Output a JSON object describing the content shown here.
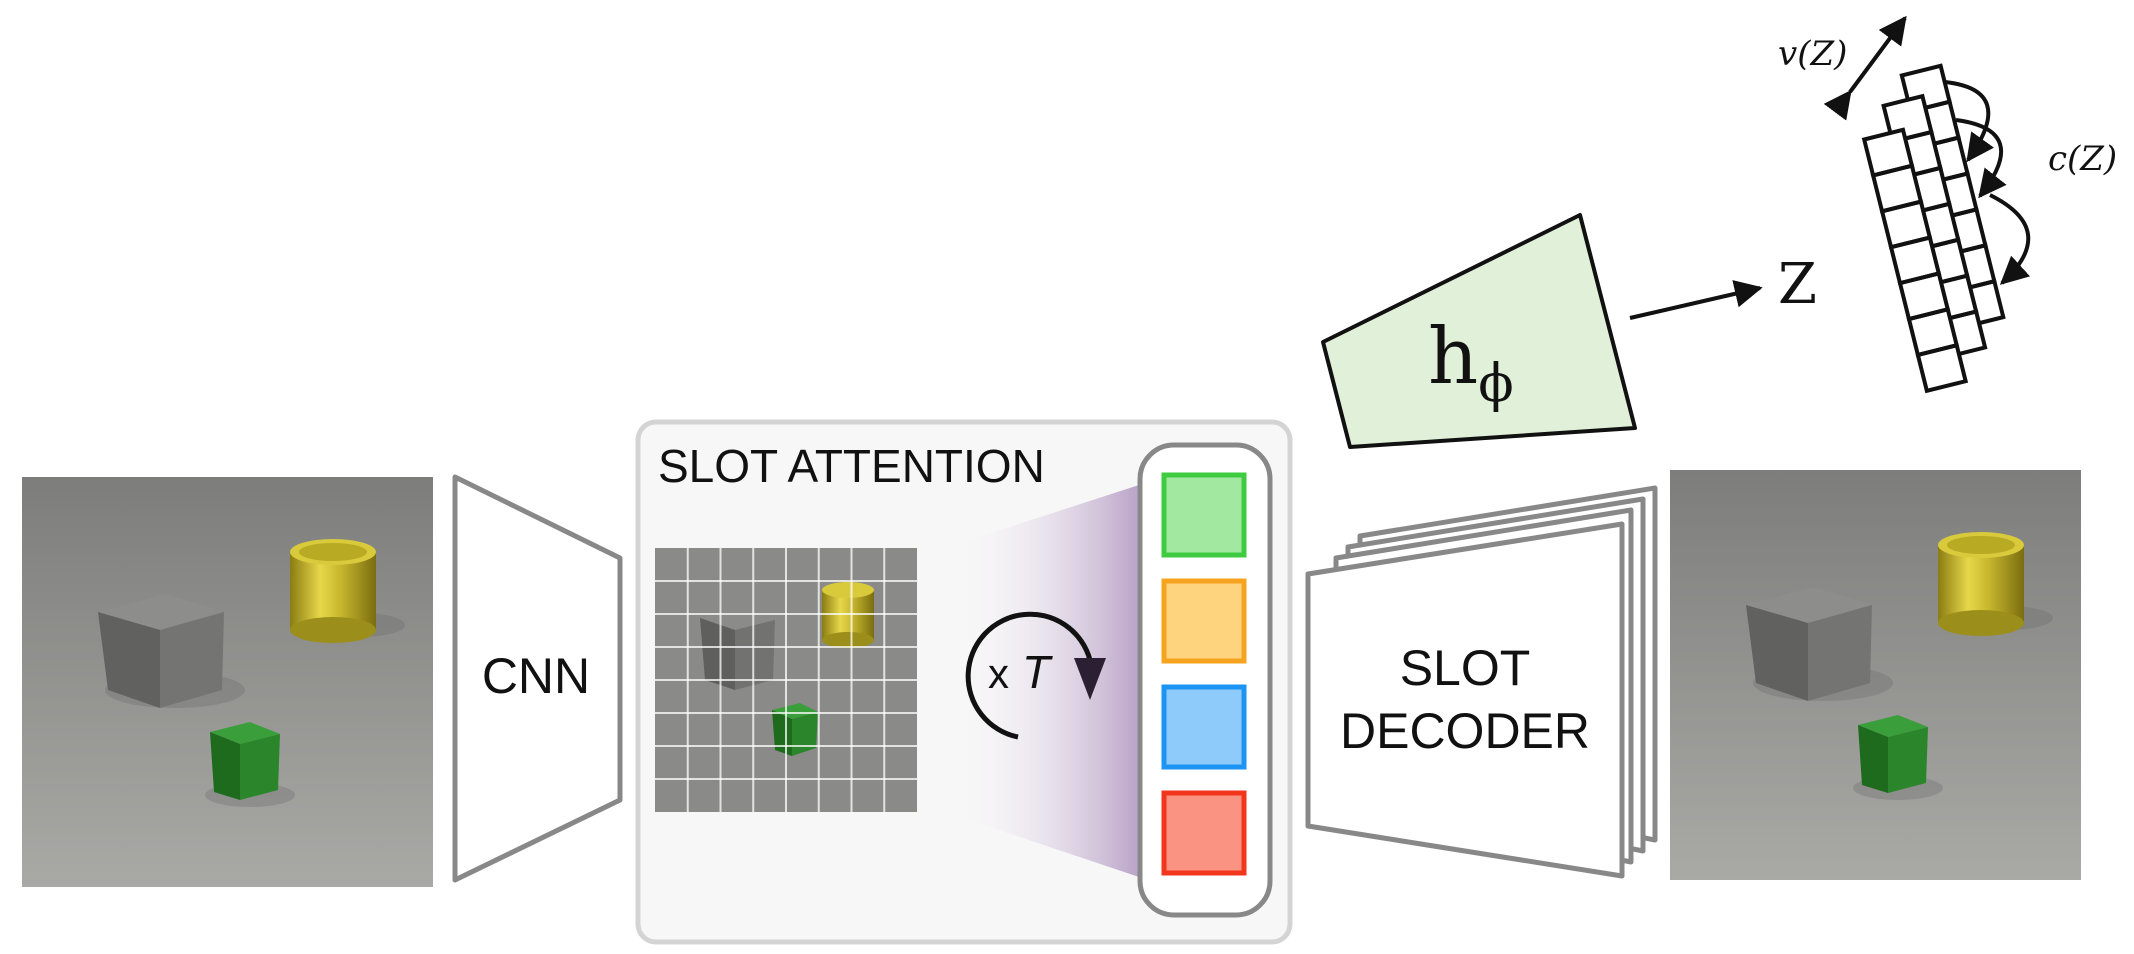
{
  "labels": {
    "cnn": "CNN",
    "slot_attention": "SLOT ATTENTION",
    "iterations_x": "x",
    "iterations_T": "T",
    "decoder_line1": "SLOT",
    "decoder_line2": "DECODER",
    "h_base": "h",
    "h_sub": "ϕ",
    "z_output": "Z",
    "v_of_z": "v(Z)",
    "c_of_z": "c(Z)"
  },
  "slots": [
    {
      "name": "green",
      "fill": "#a3e8a0",
      "stroke": "#3ecb40"
    },
    {
      "name": "orange",
      "fill": "#ffd47f",
      "stroke": "#f6a41f"
    },
    {
      "name": "blue",
      "fill": "#8ecbfb",
      "stroke": "#1c94f3"
    },
    {
      "name": "red",
      "fill": "#fb9382",
      "stroke": "#f1361c"
    }
  ],
  "colors": {
    "outline_gray": "#888888",
    "h_phi_fill": "#e1f0d8",
    "funnel_purple": "#b8a0c6",
    "scene_floor": "#9a9a97"
  }
}
